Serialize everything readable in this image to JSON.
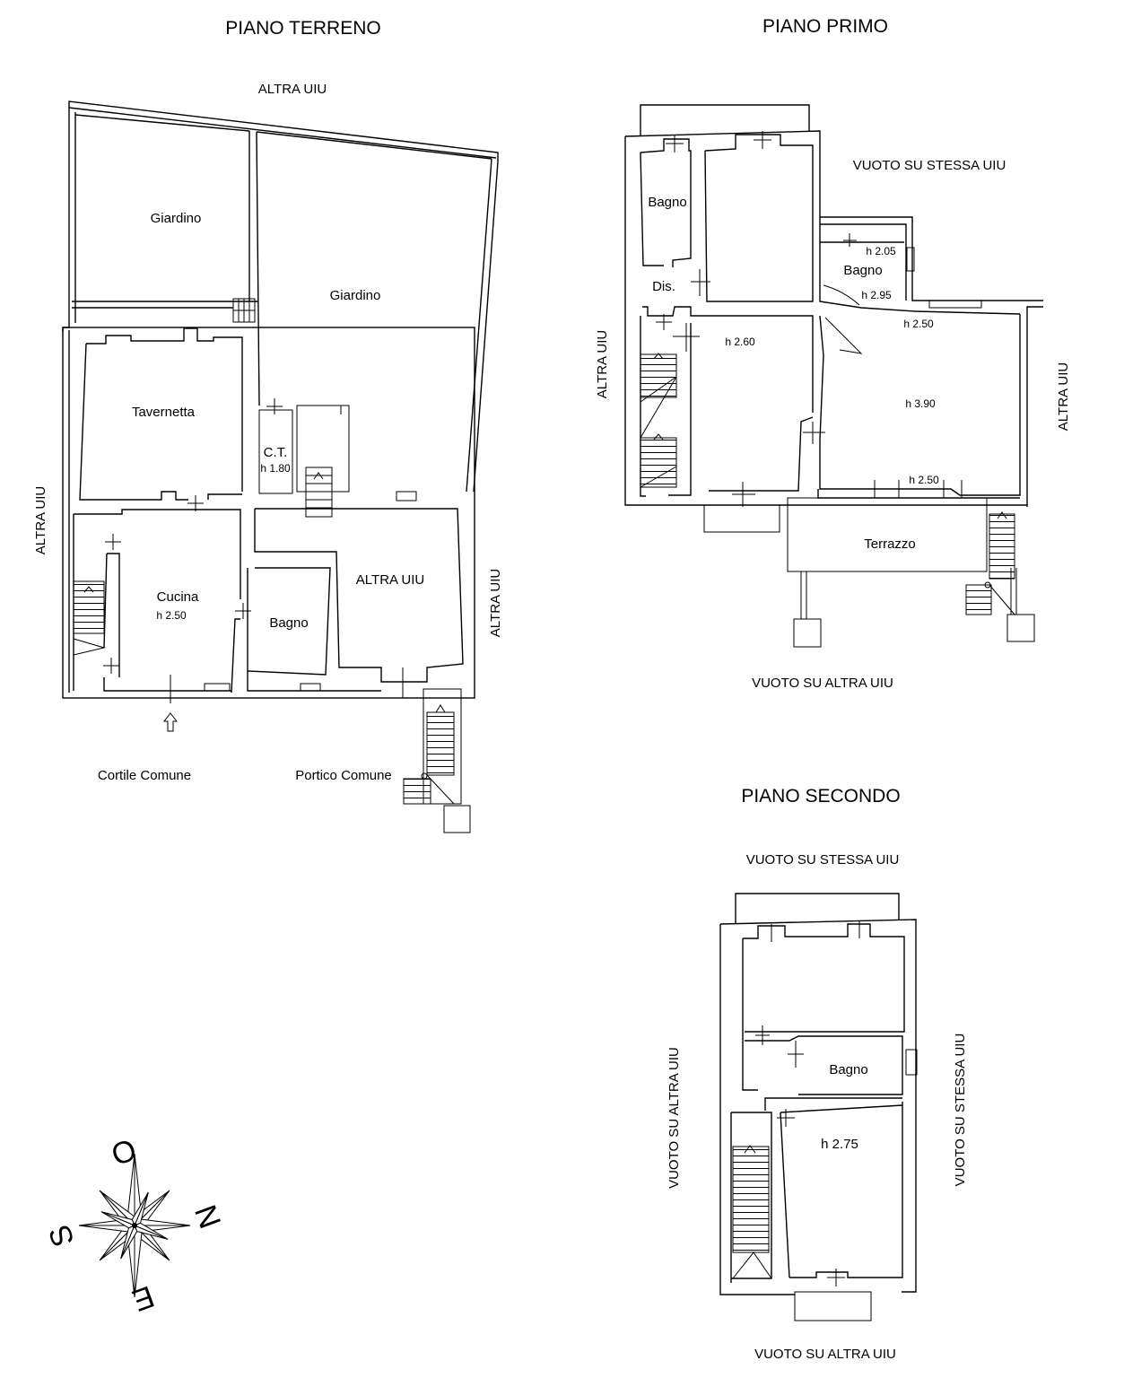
{
  "floors": {
    "ground": {
      "title": "PIANO TERRENO",
      "neighbors": {
        "top": "ALTRA UIU",
        "left": "ALTRA UIU",
        "right": "ALTRA UIU"
      },
      "rooms": {
        "giardino_left": "Giardino",
        "giardino_right": "Giardino",
        "tavernetta": "Tavernetta",
        "ct": "C.T.",
        "ct_height": "h 1.80",
        "cucina": "Cucina",
        "cucina_height": "h 2.50",
        "bagno": "Bagno",
        "altra_uiu": "ALTRA UIU"
      },
      "outside": {
        "cortile": "Cortile Comune",
        "portico": "Portico Comune"
      }
    },
    "first": {
      "title": "PIANO PRIMO",
      "neighbors": {
        "top": "VUOTO SU STESSA UIU",
        "left": "ALTRA UIU",
        "right": "ALTRA UIU",
        "bottom": "VUOTO SU ALTRA UIU"
      },
      "rooms": {
        "bagno1": "Bagno",
        "dis": "Dis.",
        "bagno2": "Bagno",
        "bagno2_h_top": "h 2.05",
        "bagno2_h_bottom": "h 2.95",
        "room_h260": "h 2.60",
        "room_h250_top": "h 2.50",
        "room_h390": "h 3.90",
        "room_h250_bottom": "h 2.50",
        "terrazzo": "Terrazzo"
      }
    },
    "second": {
      "title": "PIANO SECONDO",
      "neighbors": {
        "top": "VUOTO SU STESSA UIU",
        "left": "VUOTO SU ALTRA UIU",
        "right": "VUOTO SU STESSA UIU",
        "bottom": "VUOTO SU ALTRA UIU"
      },
      "rooms": {
        "bagno": "Bagno",
        "room_h275": "h 2.75"
      }
    }
  },
  "compass": {
    "o": "O",
    "n": "N",
    "s": "S",
    "e": "E"
  }
}
